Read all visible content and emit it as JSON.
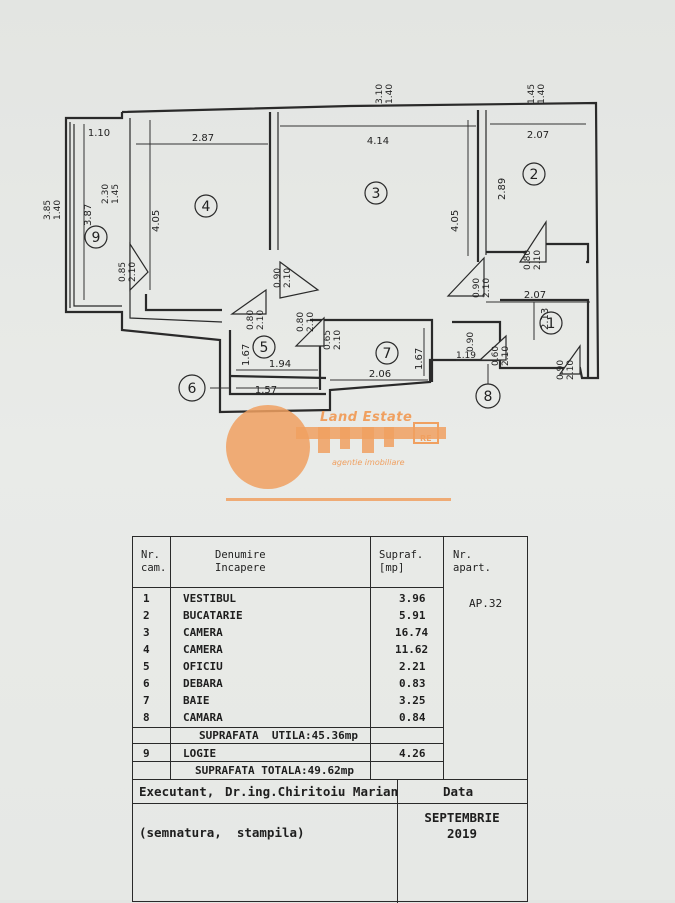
{
  "plan": {
    "rooms": [
      {
        "no": "1"
      },
      {
        "no": "2"
      },
      {
        "no": "3"
      },
      {
        "no": "4"
      },
      {
        "no": "5"
      },
      {
        "no": "6"
      },
      {
        "no": "7"
      },
      {
        "no": "8"
      },
      {
        "no": "9"
      }
    ],
    "dims": {
      "d_310": "3.10",
      "d_140a": "1.40",
      "d_145": "1.45",
      "d_140b": "1.40",
      "d_110": "1.10",
      "d_287": "2.87",
      "d_414": "4.14",
      "d_207a": "2.07",
      "d_385": "3.85",
      "d_140c": "1.40",
      "d_387": "3.87",
      "d_230": "2.30",
      "d_145b": "1.45",
      "d_405a": "4.05",
      "d_405b": "4.05",
      "d_289": "2.89",
      "d_085": "0.85",
      "d_210a": "2.10",
      "d_090a": "0.90",
      "d_210b": "2.10",
      "d_080a": "0.80",
      "d_210c": "2.10",
      "d_090b": "0.90",
      "d_210d": "2.10",
      "d_080b": "0.80",
      "d_210e": "2.10",
      "d_207b": "2.07",
      "d_213": "2.13",
      "d_080c": "0.80",
      "d_210f": "2.10",
      "d_065": "0.65",
      "d_210g": "2.10",
      "d_167a": "1.67",
      "d_194": "1.94",
      "d_157": "1.57",
      "d_206": "2.06",
      "d_167b": "1.67",
      "d_090c": "0.90",
      "d_119": "1.19",
      "d_060": "0.60",
      "d_210h": "2.10",
      "d_090d": "0.90",
      "d_210i": "2.10"
    }
  },
  "logo": {
    "name": "Land Estate",
    "tagline": "agentie imobiliare",
    "badge": "RE",
    "color": "#f0a060"
  },
  "table": {
    "h_nr": "Nr.",
    "h_cam": "cam.",
    "h_den1": "Denumire",
    "h_den2": "Incapere",
    "h_sup1": "Supraf.",
    "h_sup2": "[mp]",
    "h_apart1": "Nr.",
    "h_apart2": "apart.",
    "apartment": "AP.32",
    "rows": [
      {
        "nr": "1",
        "name": "VESTIBUL",
        "area": "3.96"
      },
      {
        "nr": "2",
        "name": "BUCATARIE",
        "area": "5.91"
      },
      {
        "nr": "3",
        "name": "CAMERA",
        "area": "16.74"
      },
      {
        "nr": "4",
        "name": "CAMERA",
        "area": "11.62"
      },
      {
        "nr": "5",
        "name": "OFICIU",
        "area": "2.21"
      },
      {
        "nr": "6",
        "name": "DEBARA",
        "area": "0.83"
      },
      {
        "nr": "7",
        "name": "BAIE",
        "area": "3.25"
      },
      {
        "nr": "8",
        "name": "CAMARA",
        "area": "0.84"
      }
    ],
    "util_label": "SUPRAFATA  UTILA:45.36mp",
    "logie": {
      "nr": "9",
      "name": "LOGIE",
      "area": "4.26"
    },
    "total_label": "SUPRAFATA TOTALA:49.62mp",
    "executant_label": "Executant,",
    "executant_name": "Dr.ing.Chiritoiu Marian",
    "data_label": "Data",
    "date_line1": "SEPTEMBRIE",
    "date_line2": "2019",
    "signature_label": "(semnatura,  stampila)"
  }
}
